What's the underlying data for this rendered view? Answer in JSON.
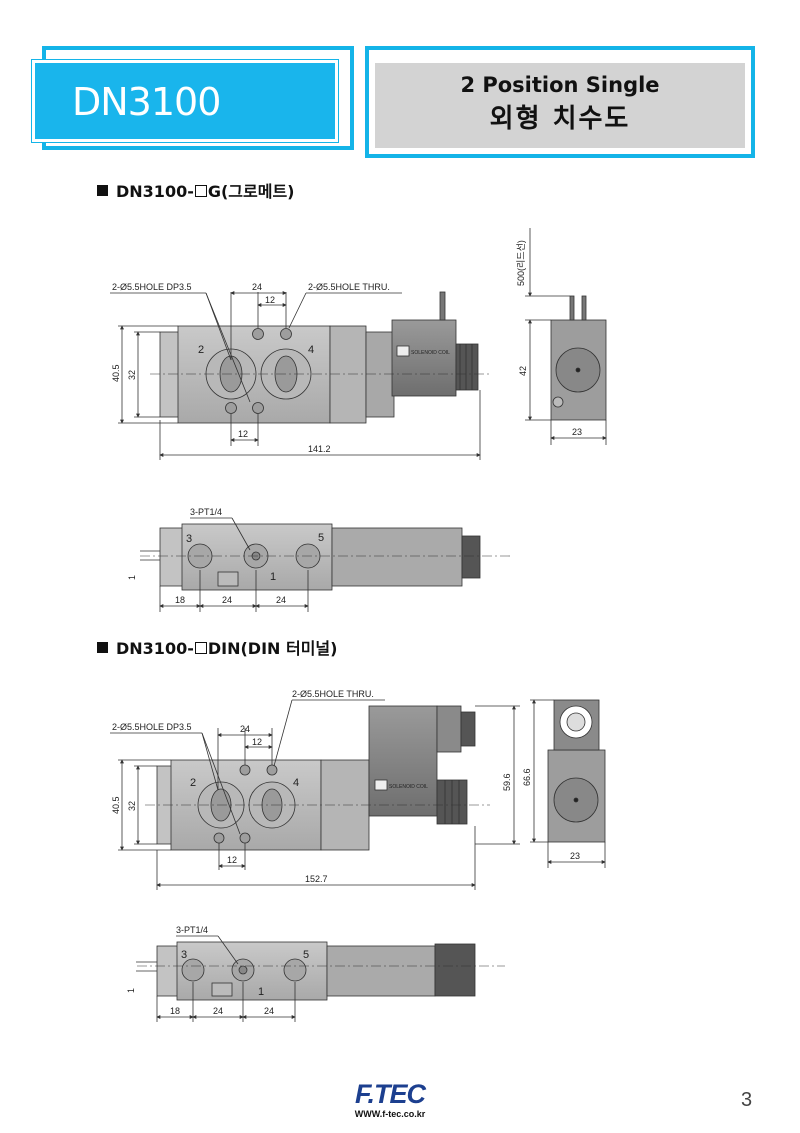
{
  "header": {
    "model": "DN3100",
    "subtitle_en": "2 Position Single",
    "subtitle_ko": "외형 치수도",
    "accent_color": "#19b5ec",
    "panel_color": "#d3d3d3"
  },
  "sections": [
    {
      "title_prefix": "DN3100-",
      "title_suffix": "G(그로메트)",
      "top_view": {
        "hole_dp_label": "2-Ø5.5HOLE DP3.5",
        "hole_thru_label": "2-Ø5.5HOLE THRU.",
        "dim_top_24": "24",
        "dim_top_12": "12",
        "dim_bottom_12": "12",
        "dim_overall": "141.2",
        "dim_h_outer": "40.5",
        "dim_h_inner": "32",
        "port_a": "2",
        "port_b": "4",
        "coil_label": "SOLENOID COIL"
      },
      "side_view": {
        "lead_label": "500(리드선)",
        "dim_height": "42",
        "dim_width": "23"
      },
      "bottom_view": {
        "port_label": "3-PT1/4",
        "port_3": "3",
        "port_5": "5",
        "port_1": "1",
        "dim_left": "1",
        "dim_18": "18",
        "dim_24a": "24",
        "dim_24b": "24"
      }
    },
    {
      "title_prefix": "DN3100-",
      "title_suffix": "DIN(DIN 터미널)",
      "top_view": {
        "hole_dp_label": "2-Ø5.5HOLE DP3.5",
        "hole_thru_label": "2-Ø5.5HOLE THRU.",
        "dim_top_24": "24",
        "dim_top_12": "12",
        "dim_bottom_12": "12",
        "dim_overall": "152.7",
        "dim_h_outer": "40.5",
        "dim_h_inner": "32",
        "dim_right": "59.6",
        "port_a": "2",
        "port_b": "4",
        "coil_label": "SOLENOID COIL"
      },
      "side_view": {
        "dim_height": "66.6",
        "dim_width": "23"
      },
      "bottom_view": {
        "port_label": "3-PT1/4",
        "port_3": "3",
        "port_5": "5",
        "port_1": "1",
        "dim_left": "1",
        "dim_18": "18",
        "dim_24a": "24",
        "dim_24b": "24"
      }
    }
  ],
  "footer": {
    "logo": "F.TEC",
    "url": "WWW.f-tec.co.kr",
    "page": "3"
  }
}
